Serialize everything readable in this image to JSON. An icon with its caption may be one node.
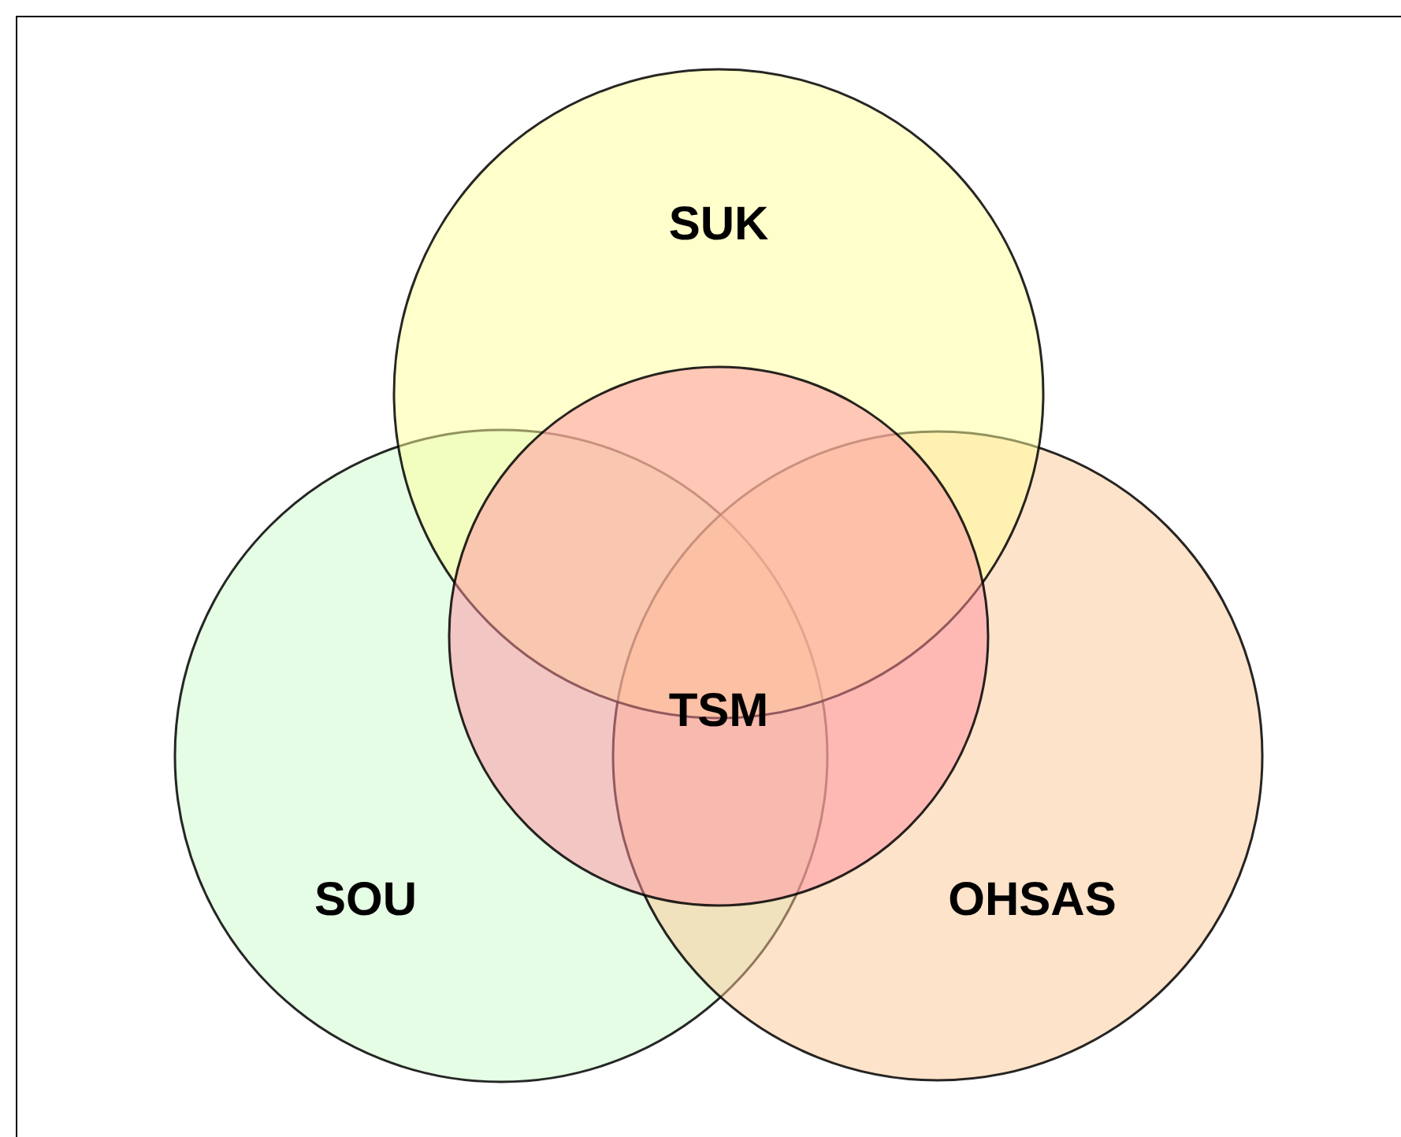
{
  "diagram": {
    "nodes": [
      {
        "text": [
          "SUK"
        ]
      },
      {
        "text": [
          "TSM"
        ]
      },
      {
        "text": [
          "SOU"
        ]
      },
      {
        "text": [
          "OHSAS"
        ]
      }
    ]
  }
}
